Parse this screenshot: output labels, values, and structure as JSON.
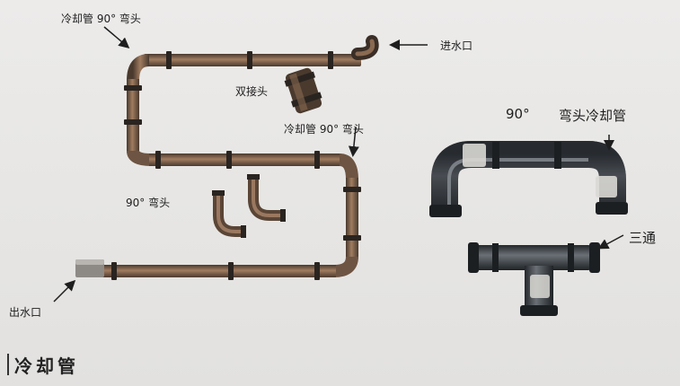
{
  "labels": {
    "elbow90_top": "冷却管 90°  弯头",
    "inlet": "进水口",
    "double_joint": "双接头",
    "elbow90_mid": "冷却管 90°  弯头",
    "elbow90_parts": "90°  弯头",
    "outlet": "出水口",
    "big_90": "90°",
    "big_elbow": "弯头冷却管",
    "tee": "三通"
  },
  "section": {
    "title": "冷却管"
  },
  "colors": {
    "pipe": "#7a5c45",
    "pipe_dark": "#3b3430",
    "fitting": "#2f3338",
    "arrow": "#1e1e1e"
  }
}
